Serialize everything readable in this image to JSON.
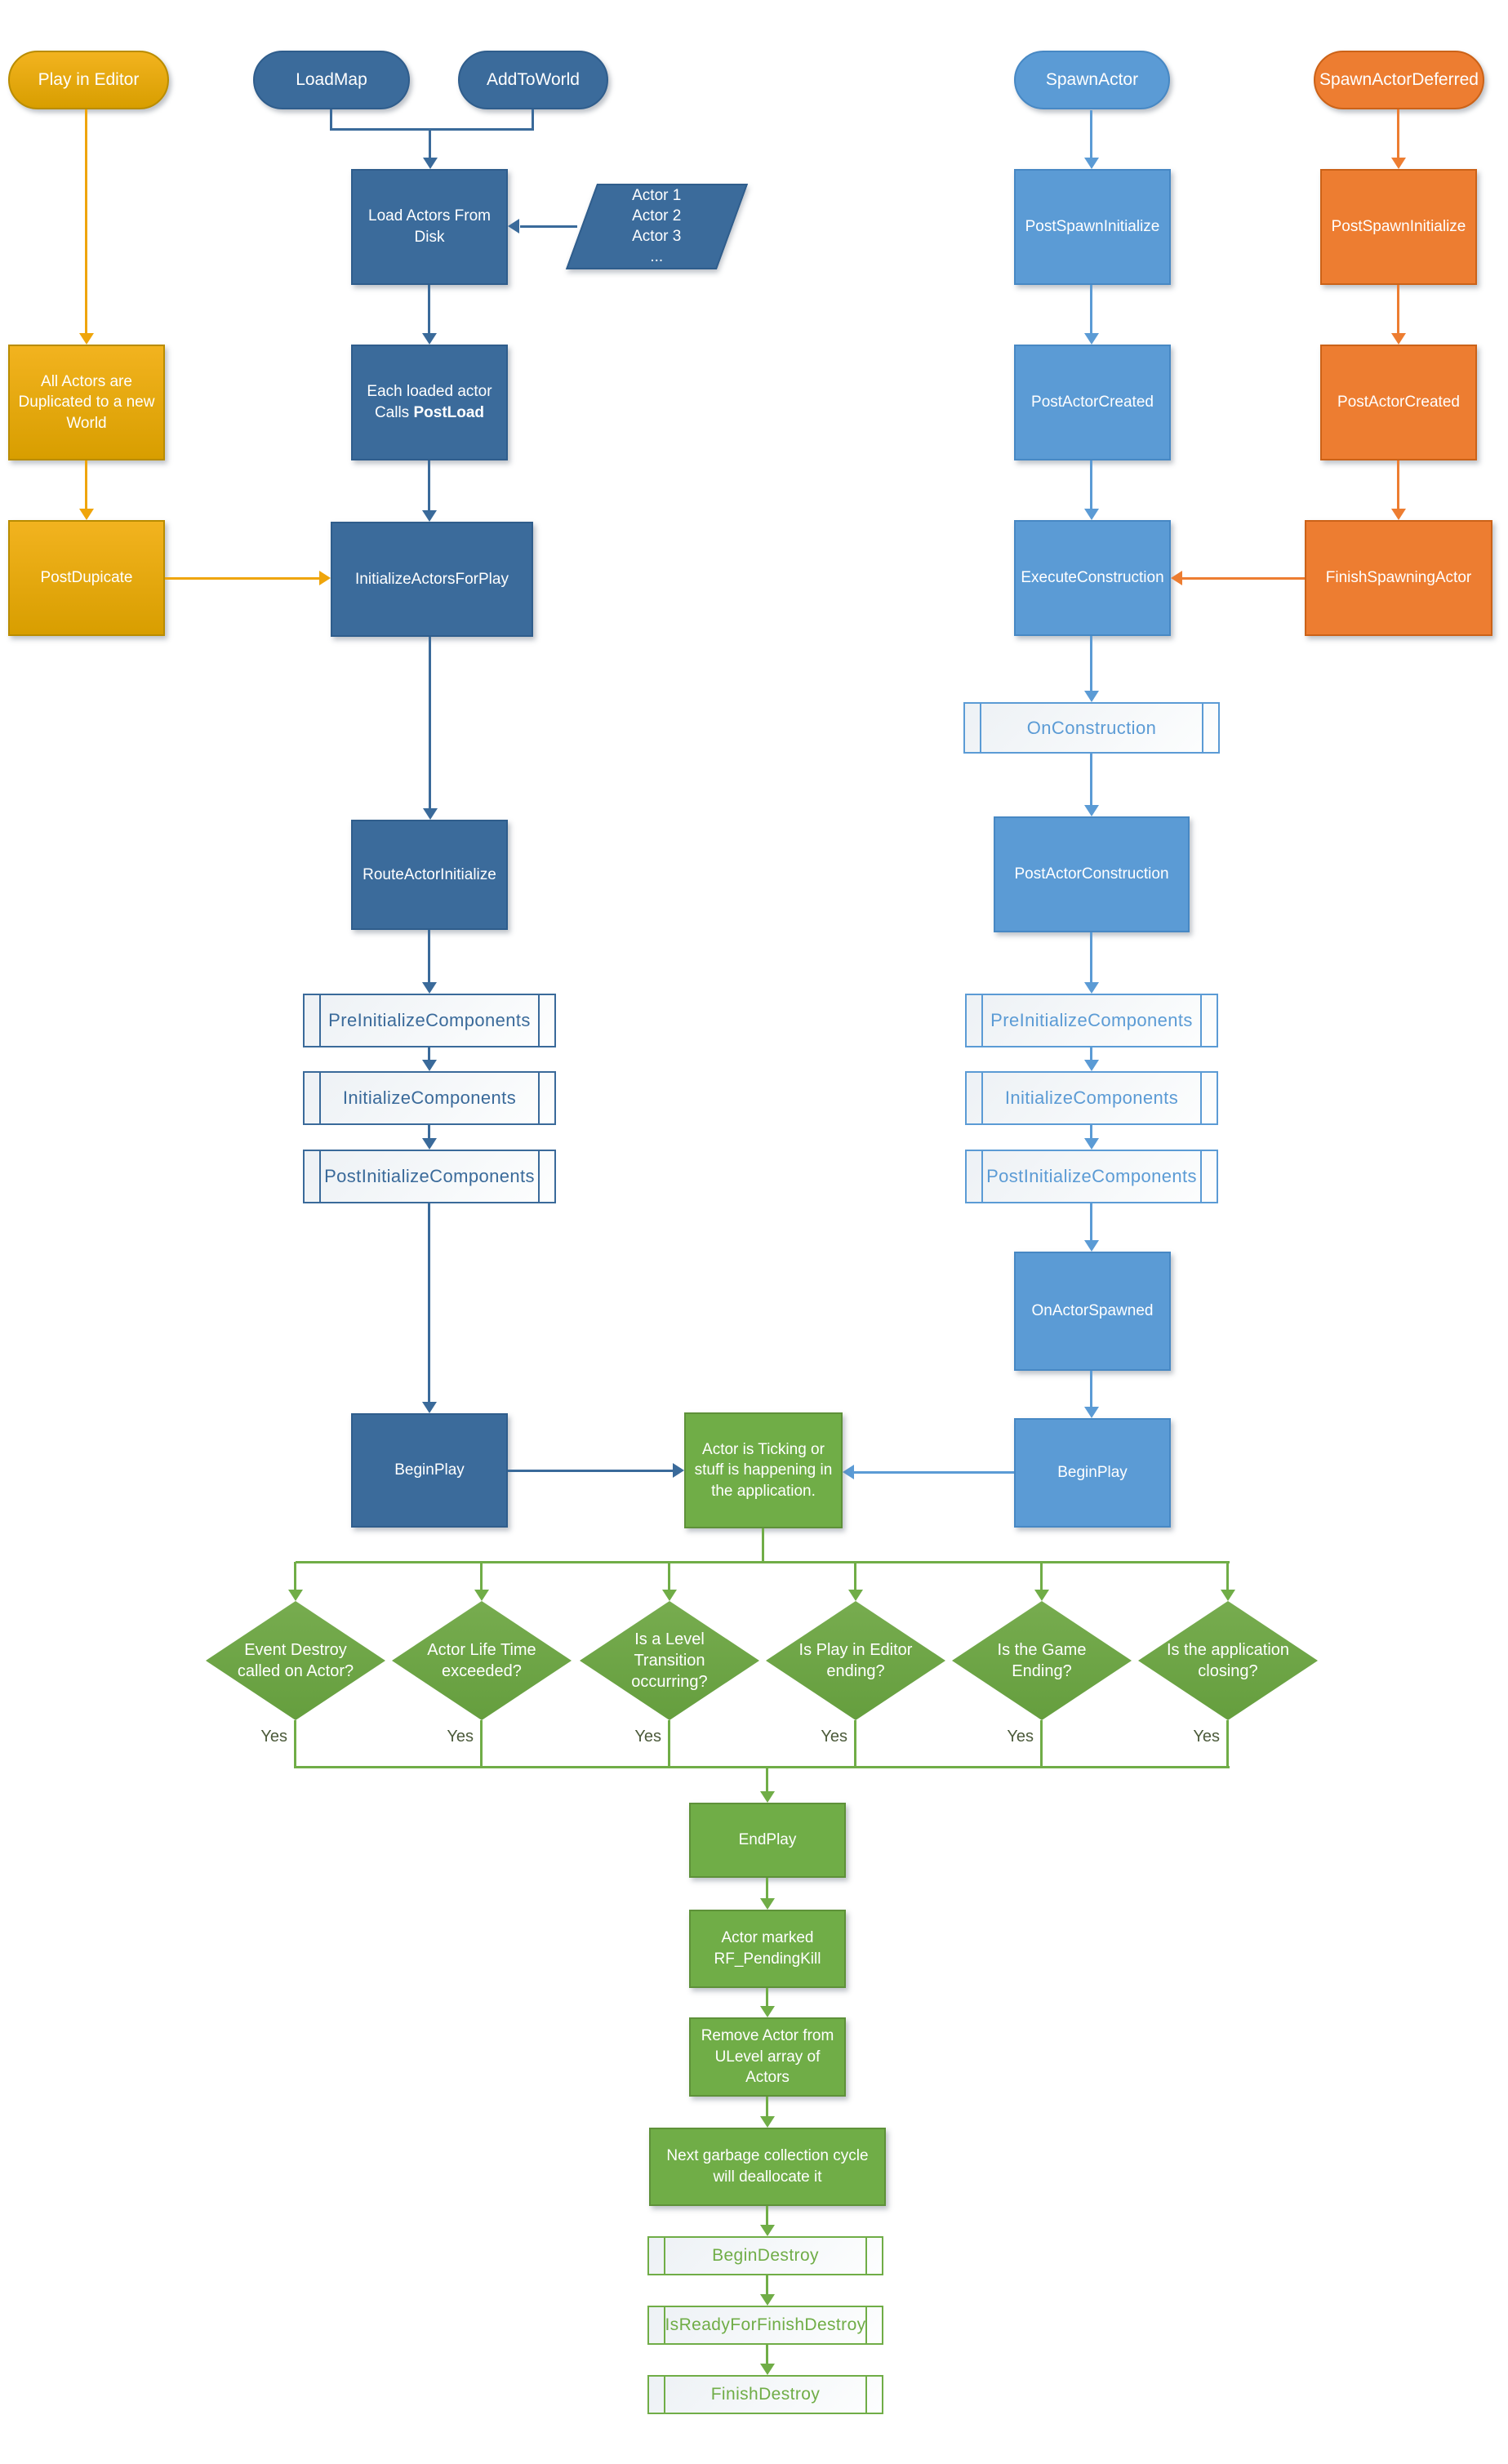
{
  "palette": {
    "gold": "#E9A50B",
    "dark_blue": "#3B6B9B",
    "light_blue": "#5B9BD5",
    "orange": "#ED7D31",
    "green": "#70AD47",
    "background": "#FFFFFF"
  },
  "nodes": {
    "play_in_editor": "Play in Editor",
    "load_map": "LoadMap",
    "add_to_world": "AddToWorld",
    "spawn_actor": "SpawnActor",
    "spawn_actor_deferred": "SpawnActorDeferred",
    "load_actors_from_disk": "Load Actors From\nDisk",
    "actor_list": "Actor 1\nActor 2\nActor 3\n...",
    "all_actors_duplicated": "All Actors are\nDuplicated to a new\nWorld",
    "post_dupicate": "PostDupicate",
    "each_loaded_actor_prefix": "Each loaded actor\nCalls ",
    "each_loaded_actor_bold": "PostLoad",
    "initialize_actors_for_play": "InitializeActorsForPlay",
    "route_actor_initialize": "RouteActorInitialize",
    "pre_initialize_components": "PreInitializeComponents",
    "initialize_components": "InitializeComponents",
    "post_initialize_components": "PostInitializeComponents",
    "begin_play": "BeginPlay",
    "post_spawn_initialize": "PostSpawnInitialize",
    "post_actor_created": "PostActorCreated",
    "execute_construction": "ExecuteConstruction",
    "finish_spawning_actor": "FinishSpawningActor",
    "on_construction": "OnConstruction",
    "post_actor_construction": "PostActorConstruction",
    "on_actor_spawned": "OnActorSpawned",
    "actor_ticking": "Actor is Ticking or\nstuff is happening in\nthe application.",
    "end_play": "EndPlay",
    "actor_marked_pending_kill": "Actor marked\nRF_PendingKill",
    "remove_actor_from_ulevel": "Remove Actor from\nULevel array of\nActors",
    "next_garbage_collection": "Next garbage collection cycle\nwill deallocate it",
    "begin_destroy": "BeginDestroy",
    "is_ready_for_finish_destroy": "IsReadyForFinishDestroy",
    "finish_destroy": "FinishDestroy"
  },
  "decisions": [
    {
      "label": "Event Destroy\ncalled on Actor?",
      "yes": "Yes"
    },
    {
      "label": "Actor Life Time\nexceeded?",
      "yes": "Yes"
    },
    {
      "label": "Is a Level\nTransition\noccurring?",
      "yes": "Yes"
    },
    {
      "label": "Is Play in Editor\nending?",
      "yes": "Yes"
    },
    {
      "label": "Is the Game\nEnding?",
      "yes": "Yes"
    },
    {
      "label": "Is the application\nclosing?",
      "yes": "Yes"
    }
  ]
}
